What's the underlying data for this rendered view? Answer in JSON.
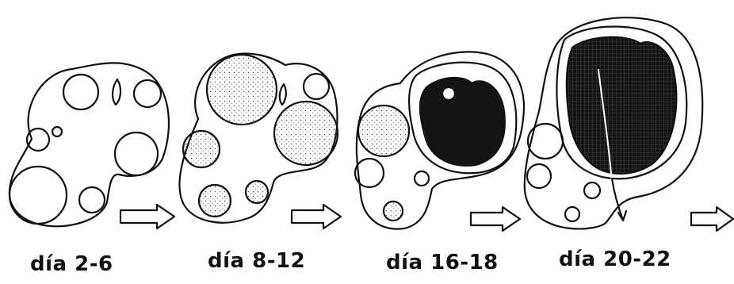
{
  "stages": [
    {
      "label": "día 2-6"
    },
    {
      "label": "día 8-12"
    },
    {
      "label": "día 16-18"
    },
    {
      "label": "día 20-22"
    }
  ],
  "colors": {
    "ink": "#111111",
    "paper": "#ffffff",
    "dark_mass": "#141414"
  }
}
